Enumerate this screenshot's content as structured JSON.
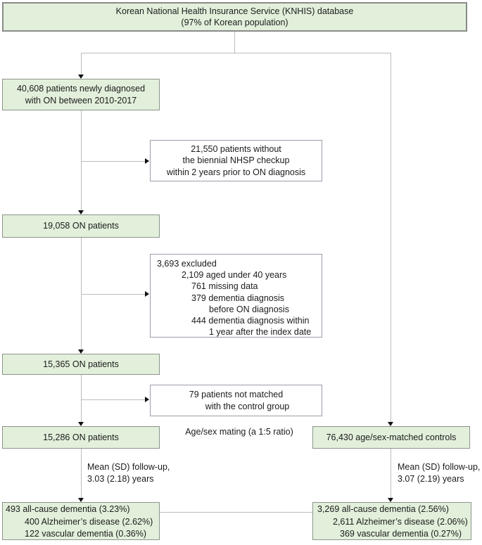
{
  "theme": {
    "box_green": "#e2f0db",
    "box_green_border": "#8d938c",
    "top_box_border": "#8a8a8a",
    "white_box_border": "#9a9eab",
    "connector": "#b9bcc1",
    "arrow": "#111111",
    "text": "#1b1b1b"
  },
  "fig": {
    "top_box": {
      "lines": [
        "Korean National Health Insurance Service (KNHIS) database",
        "(97% of Korean population)"
      ]
    },
    "diagnosed_box": {
      "lines": [
        "40,608 patients newly diagnosed",
        "with ON between 2010-2017"
      ]
    },
    "no_checkup_box": {
      "lines": [
        "21,550 patients without",
        "the biennial NHSP checkup",
        "within 2 years prior to ON diagnosis"
      ]
    },
    "on_19058_box": {
      "text": "19,058 ON patients"
    },
    "excluded_box": {
      "lines": [
        "3,693 excluded",
        "2,109 aged under 40 years",
        "761 missing data",
        "379 dementia diagnosis",
        "before ON diagnosis",
        "444 dementia diagnosis within",
        "1 year after the index date"
      ]
    },
    "on_15365_box": {
      "text": "15,365 ON patients"
    },
    "not_matched_box": {
      "lines": [
        "79 patients not matched",
        "with the control group"
      ]
    },
    "on_15286_box": {
      "text": "15,286 ON patients"
    },
    "matching_label": "Age/sex mating (a 1:5 ratio)",
    "controls_box": {
      "text": "76,430 age/sex-matched controls"
    },
    "followup_on_label": {
      "lines": [
        "Mean (SD) follow-up,",
        "3.03 (2.18) years"
      ]
    },
    "followup_controls_label": {
      "lines": [
        "Mean (SD) follow-up,",
        "3.07 (2.19) years"
      ]
    },
    "outcome_on_box": {
      "lines": [
        "493 all-cause dementia (3.23%)",
        "400 Alzheimer’s disease (2.62%)",
        "122 vascular dementia (0.36%)"
      ]
    },
    "outcome_controls_box": {
      "lines": [
        "3,269 all-cause dementia (2.56%)",
        "2,611 Alzheimer’s disease (2.06%)",
        "369 vascular dementia (0.27%)"
      ]
    }
  }
}
